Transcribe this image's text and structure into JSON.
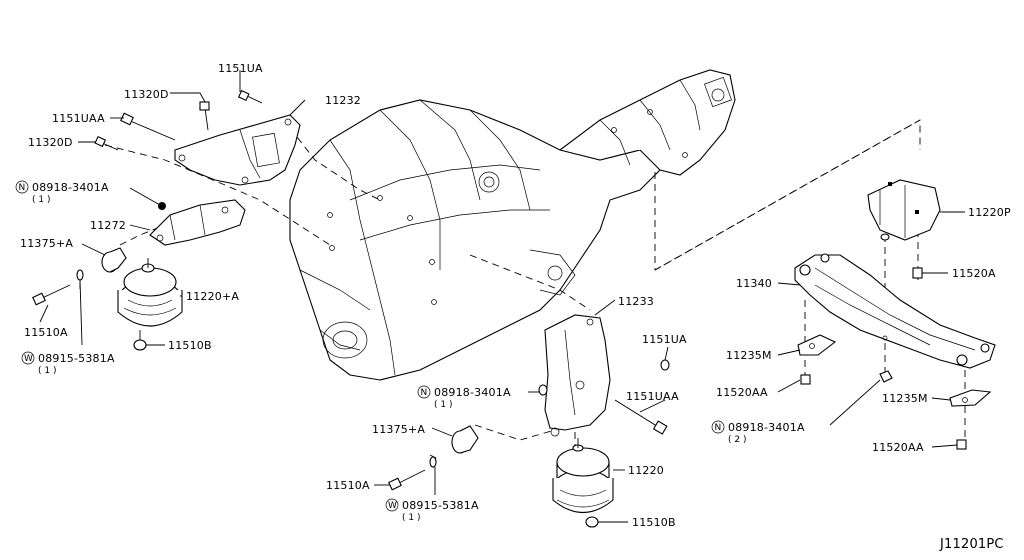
{
  "diagram_id": "J11201PC",
  "labels": {
    "l_1151UA_top": "1151UA",
    "l_11320D_top": "11320D",
    "l_1151UAA_top": "1151UAA",
    "l_11232": "11232",
    "l_11320D_mid": "11320D",
    "l_08918_left": "08918-3401A",
    "l_08918_left_qty": "( 1 )",
    "l_11272": "11272",
    "l_11375A_left": "11375+A",
    "l_11220A": "11220+A",
    "l_11510A_left": "11510A",
    "l_11510B_left": "11510B",
    "l_08915_left": "08915-5381A",
    "l_08915_left_qty": "( 1 )",
    "l_11233": "11233",
    "l_1151UA_mid": "1151UA",
    "l_08918_mid": "08918-3401A",
    "l_08918_mid_qty": "( 1 )",
    "l_1151UAA_mid": "1151UAA",
    "l_11375A_mid": "11375+A",
    "l_11220": "11220",
    "l_11510A_mid": "11510A",
    "l_08915_mid": "08915-5381A",
    "l_08915_mid_qty": "( 1 )",
    "l_11510B_mid": "11510B",
    "l_11220P": "11220P",
    "l_11340": "11340",
    "l_11520A": "11520A",
    "l_11235M_left": "11235M",
    "l_11520AA_left": "11520AA",
    "l_08918_right": "08918-3401A",
    "l_08918_right_qty": "( 2 )",
    "l_11235M_right": "11235M",
    "l_11520AA_right": "11520AA"
  },
  "markers": {
    "n": "N",
    "w": "W"
  }
}
